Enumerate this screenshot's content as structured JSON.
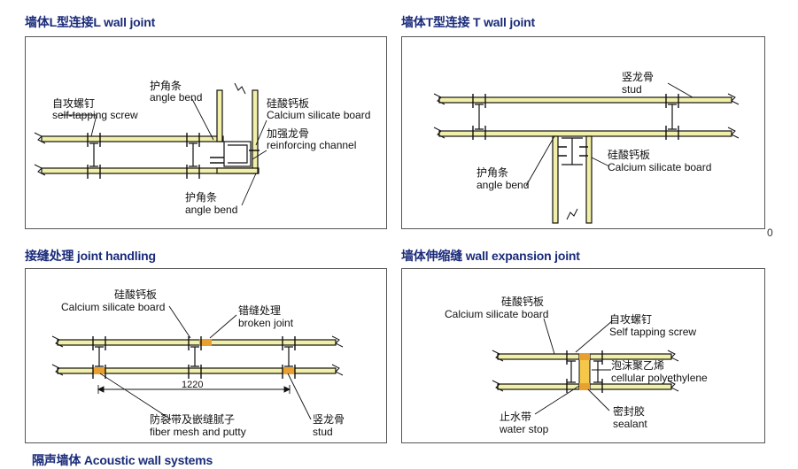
{
  "colors": {
    "board": "#f2f0a8",
    "title": "#1a2b7a",
    "line": "#111111",
    "tape": "#e8a030",
    "foam": "#f6c84a"
  },
  "sections": {
    "l_joint": {
      "title": "墙体L型连接L wall joint",
      "labels": {
        "screw_cn": "自攻螺钉",
        "screw_en": "self-tapping screw",
        "bend1_cn": "护角条",
        "bend1_en": "angle bend",
        "board_cn": "硅酸钙板",
        "board_en": "Calcium silicate board",
        "channel_cn": "加强龙骨",
        "channel_en": "reinforcing channel",
        "bend2_cn": "护角条",
        "bend2_en": "angle bend"
      }
    },
    "t_joint": {
      "title": "墙体T型连接 T wall joint",
      "labels": {
        "stud_cn": "竖龙骨",
        "stud_en": "stud",
        "board_cn": "硅酸钙板",
        "board_en": "Calcium silicate board",
        "bend_cn": "护角条",
        "bend_en": "angle bend"
      }
    },
    "joint_handling": {
      "title": "接缝处理 joint handling",
      "labels": {
        "board_cn": "硅酸钙板",
        "board_en": "Calcium silicate board",
        "broken_cn": "错缝处理",
        "broken_en": "broken joint",
        "dimension": "1220",
        "mesh_cn": "防裂带及嵌缝腻子",
        "mesh_en": "fiber mesh and putty",
        "stud_cn": "竖龙骨",
        "stud_en": "stud"
      }
    },
    "expansion": {
      "title": "墙体伸缩缝  wall expansion joint",
      "labels": {
        "board_cn": "硅酸钙板",
        "board_en": "Calcium silicate board",
        "screw_cn": "自攻螺钉",
        "screw_en": "Self tapping screw",
        "foam_cn": "泡沫聚乙烯",
        "foam_en": "cellular polyethylene",
        "water_cn": "止水带",
        "water_en": "water stop",
        "sealant_cn": "密封胶",
        "sealant_en": "sealant"
      }
    },
    "acoustic": {
      "title": "隔声墙体 Acoustic wall systems"
    }
  },
  "stray_mark": "0"
}
